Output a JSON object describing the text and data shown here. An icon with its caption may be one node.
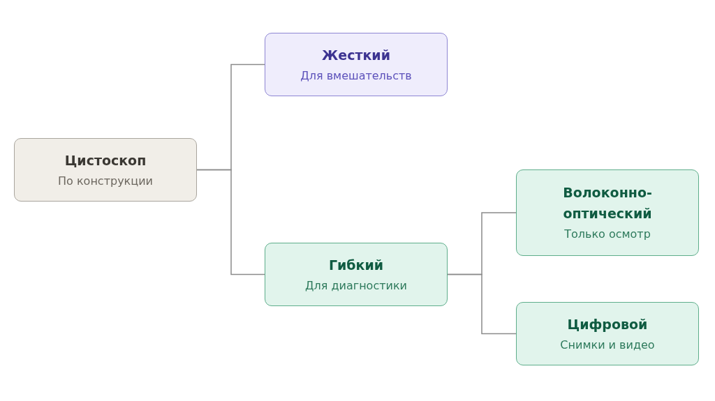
{
  "diagram": {
    "nodes": [
      {
        "text": [
          "Цистоскоп",
          "По конструкции"
        ]
      },
      {
        "text": [
          "Жесткий",
          "Для вмешательств"
        ]
      },
      {
        "text": [
          "Гибкий",
          "Для диагностики"
        ]
      },
      {
        "text": [
          "Волоконно-оптический",
          "Только осмотр"
        ]
      },
      {
        "text": [
          "Цифровой",
          "Снимки и видео"
        ]
      }
    ],
    "edges": [
      {
        "from": 0,
        "to": 1,
        "arrow": "none"
      },
      {
        "from": 0,
        "to": 2,
        "arrow": "none"
      },
      {
        "from": 2,
        "to": 3,
        "arrow": "none"
      },
      {
        "from": 2,
        "to": 4,
        "arrow": "none"
      }
    ]
  }
}
